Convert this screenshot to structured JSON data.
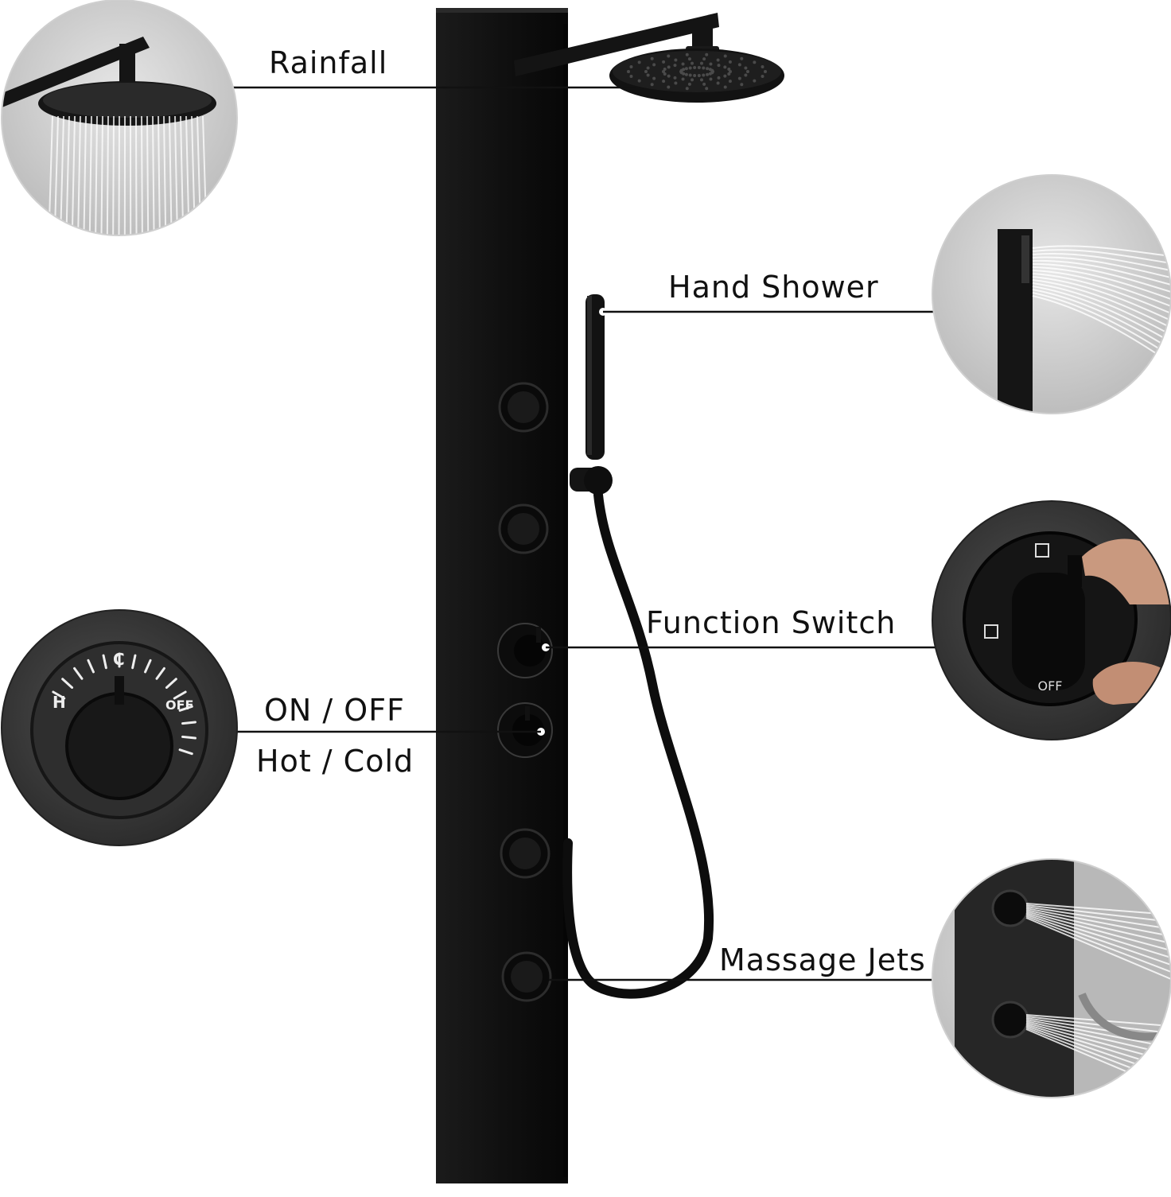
{
  "colors": {
    "background": "#ffffff",
    "panel": "#111111",
    "callout_line": "#111111",
    "label_text": "#111111",
    "inset_circle_light": "#d4d4d4",
    "inset_circle_dark": "#3a3a3a"
  },
  "callouts": {
    "rainfall": "Rainfall",
    "hand_shower": "Hand Shower",
    "function_switch": "Function Switch",
    "on_off": "ON / OFF",
    "hot_cold": "Hot / Cold",
    "massage_jets": "Massage Jets"
  },
  "dial_markings": {
    "hot": "H",
    "cold": "C",
    "off": "OFF"
  }
}
